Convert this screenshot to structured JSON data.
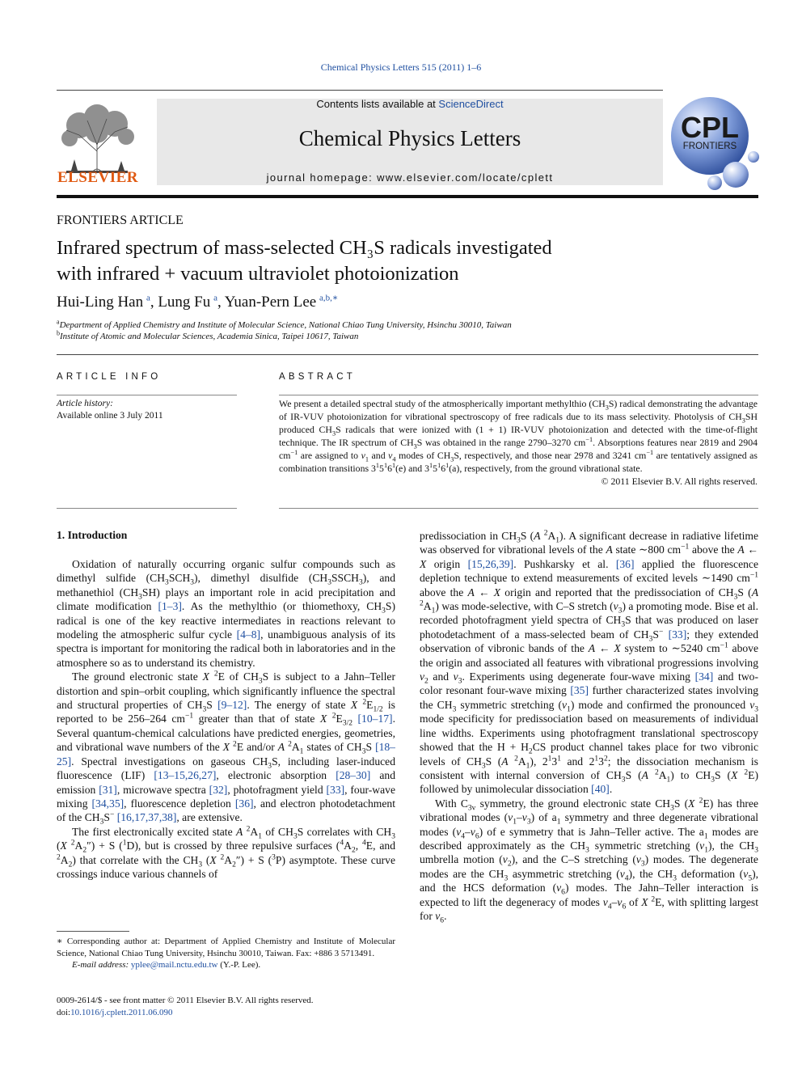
{
  "journal_ref": "Chemical Physics Letters 515 (2011) 1–6",
  "header": {
    "contents_prefix": "Contents lists available at ",
    "sciencedirect": "ScienceDirect",
    "journal_title": "Chemical Physics Letters",
    "homepage": "journal homepage: www.elsevier.com/locate/cplett",
    "publisher_logo": "ELSEVIER",
    "cpl_logo": {
      "line1": "CPL",
      "line2": "FRONTIERS"
    }
  },
  "article": {
    "type": "FRONTIERS ARTICLE",
    "title_line1": "Infrared spectrum of mass-selected CH₃S radicals investigated",
    "title_line2": "with infrared + vacuum ultraviolet photoionization",
    "authors": [
      {
        "name": "Hui-Ling Han",
        "sup": "a"
      },
      {
        "name": "Lung Fu",
        "sup": "a"
      },
      {
        "name": "Yuan-Pern Lee",
        "sup": "a,b,∗"
      }
    ],
    "affiliations": [
      {
        "sup": "a",
        "text": "Department of Applied Chemistry and Institute of Molecular Science, National Chiao Tung University, Hsinchu 30010, Taiwan"
      },
      {
        "sup": "b",
        "text": "Institute of Atomic and Molecular Sciences, Academia Sinica, Taipei 10617, Taiwan"
      }
    ]
  },
  "article_info": {
    "heading": "ARTICLE INFO",
    "history_label": "Article history:",
    "history_value": "Available online 3 July 2011"
  },
  "abstract": {
    "heading": "ABSTRACT",
    "copyright": "© 2011 Elsevier B.V. All rights reserved."
  },
  "intro_heading": "1. Introduction",
  "footnote": {
    "corresponding": "∗ Corresponding author at: Department of Applied Chemistry and Institute of Molecular Science, National Chiao Tung University, Hsinchu 30010, Taiwan. Fax: +886 3 5713491.",
    "email_label": "E-mail address:",
    "email": "yplee@mail.nctu.edu.tw",
    "email_suffix": "(Y.-P. Lee)."
  },
  "footer": {
    "issn": "0009-2614/$ - see front matter © 2011 Elsevier B.V. All rights reserved.",
    "doi_label": "doi:",
    "doi": "10.1016/j.cplett.2011.06.090"
  }
}
